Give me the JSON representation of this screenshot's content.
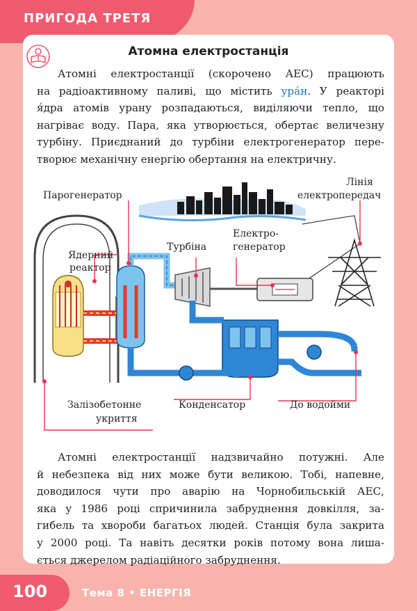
{
  "header": {
    "chapter": "ПРИГОДА ТРЕТЯ"
  },
  "section": {
    "title": "Атомна електростанція",
    "icon": "reading-child-icon"
  },
  "intro": {
    "l1": "Атомні електростанції (скорочено АЕС) працюють",
    "l2_a": "на радіоактивному паливі, що містить ",
    "l2_link": "ура́н",
    "l2_b": ". У реакторі",
    "l3": "я́дра атомів урану розпадаються, виділяючи тепло, що",
    "l4": "нагріває воду. Пара, яка утворюється, обертає величезну",
    "l5": "турбіну. Приєднаний до турбіни електрогенератор пере-",
    "l6": "творює механічну енергію обертання на електричну."
  },
  "diagram": {
    "labels": {
      "steam_generator": "Парогенератор",
      "power_line_1": "Лінія",
      "power_line_2": "електропередач",
      "reactor_1": "Ядерний",
      "reactor_2": "реактор",
      "turbine": "Турбіна",
      "generator_1": "Електро-",
      "generator_2": "генератор",
      "shelter_1": "Залізобетонне",
      "shelter_2": "укриття",
      "condenser": "Конденсатор",
      "to_reservoir": "До водойми"
    },
    "colors": {
      "callout": "#e8324f",
      "water": "#2f86d6",
      "hot": "#e53a2c",
      "core": "#f5d86a"
    }
  },
  "outro": {
    "l1": "Атомні електростанції надзвичайно потужні. Але",
    "l2": "й небезпека від них може бути великою. Тобі, напевне,",
    "l3": "доводилося чути про аварію на Чорнобильській АЕС,",
    "l4": "яка у 1986 році спричинила забруднення довкілля, за-",
    "l5": "гибель та хвороби багатьох людей. Станція була закрита",
    "l6": "у 2000 році. Та навіть десятки років потому вона лиша-",
    "l7": "ється джерелом радіаційного забруднення."
  },
  "footer": {
    "page": "100",
    "topic": "Тема 8 • ЕНЕРГІЯ"
  }
}
